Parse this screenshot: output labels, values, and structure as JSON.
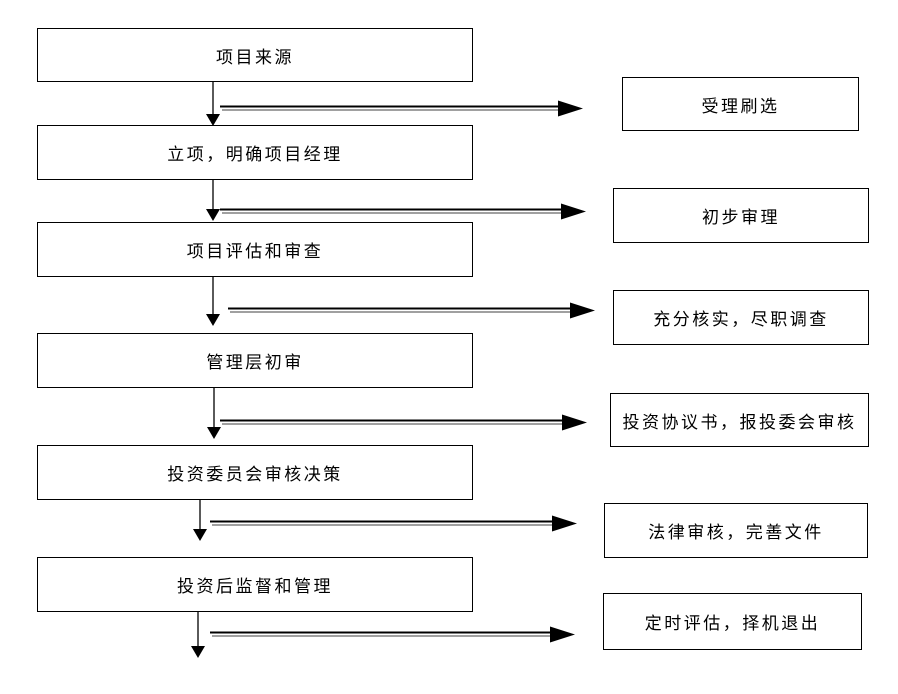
{
  "flowchart": {
    "background_color": "#ffffff",
    "box_border_color": "#000000",
    "text_color": "#000000",
    "arrow_color": "#000000",
    "arrow_shadow_color": "#808080",
    "main_steps": [
      {
        "label": "项目来源"
      },
      {
        "label": "立项，明确项目经理"
      },
      {
        "label": "项目评估和审查"
      },
      {
        "label": "管理层初审"
      },
      {
        "label": "投资委员会审核决策"
      },
      {
        "label": "投资后监督和管理"
      }
    ],
    "branch_steps": [
      {
        "label": "受理刷选"
      },
      {
        "label": "初步审理"
      },
      {
        "label": "充分核实，尽职调查"
      },
      {
        "label": "投资协议书，报投委会审核"
      },
      {
        "label": "法律审核，完善文件"
      },
      {
        "label": "定时评估，择机退出"
      }
    ],
    "connections": [
      {
        "from": "项目来源",
        "to": "立项，明确项目经理",
        "style": "down-arrow"
      },
      {
        "from": "立项，明确项目经理",
        "to": "项目评估和审查",
        "style": "down-arrow"
      },
      {
        "from": "项目评估和审查",
        "to": "管理层初审",
        "style": "down-arrow"
      },
      {
        "from": "管理层初审",
        "to": "投资委员会审核决策",
        "style": "down-arrow"
      },
      {
        "from": "投资委员会审核决策",
        "to": "投资后监督和管理",
        "style": "down-arrow"
      },
      {
        "from": "投资后监督和管理",
        "to": null,
        "style": "down-arrow"
      },
      {
        "after": "项目来源",
        "to": "受理刷选",
        "style": "right-arrow"
      },
      {
        "after": "立项，明确项目经理",
        "to": "初步审理",
        "style": "right-arrow"
      },
      {
        "after": "项目评估和审查",
        "to": "充分核实，尽职调查",
        "style": "right-arrow"
      },
      {
        "after": "管理层初审",
        "to": "投资协议书，报投委会审核",
        "style": "right-arrow"
      },
      {
        "after": "投资委员会审核决策",
        "to": "法律审核，完善文件",
        "style": "right-arrow"
      },
      {
        "after": "投资后监督和管理",
        "to": "定时评估，择机退出",
        "style": "right-arrow"
      }
    ]
  }
}
